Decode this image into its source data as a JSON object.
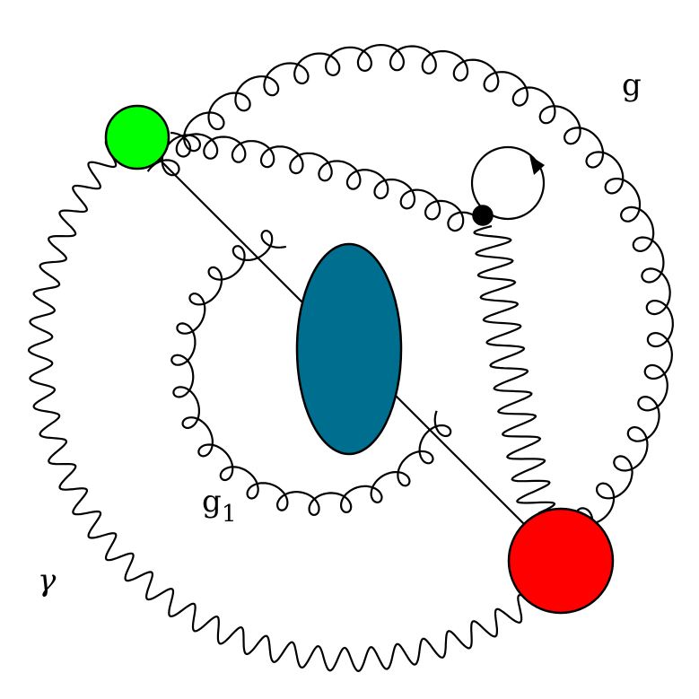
{
  "labels": {
    "gluon_outer": "g",
    "gluon_inner": "g",
    "gluon_inner_sub": "1",
    "photon": "γ"
  },
  "colors": {
    "vertex_green": "#00ff00",
    "vertex_red": "#ff0000",
    "blob": "#006e8f",
    "lines": "#000000",
    "background": "#ffffff"
  },
  "elements": {
    "outer_gluon": "gluon-line",
    "inner_gluon": "gluon-line",
    "upper_gluon": "gluon-line",
    "photon": "photon-line",
    "right_photon": "photon-line",
    "propagator": "straight-line",
    "ghost_loop": "ghost-loop-with-arrow",
    "blob": "ellipse",
    "vertex_green": "filled-circle",
    "vertex_red": "filled-circle",
    "vertex_small": "filled-dot"
  }
}
